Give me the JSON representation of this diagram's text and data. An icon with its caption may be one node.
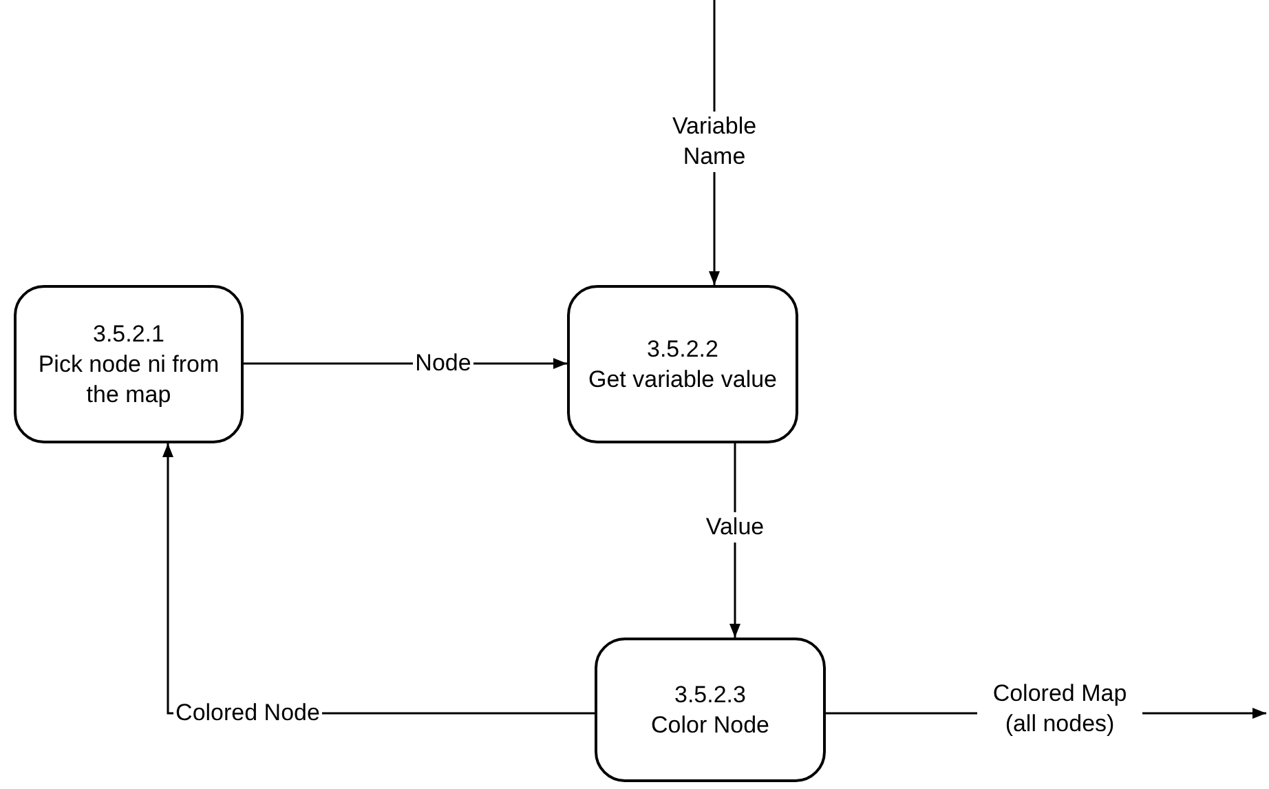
{
  "diagram": {
    "nodes": [
      {
        "text": [
          "3.5.2.1",
          "Pick node ni from the map"
        ]
      },
      {
        "text": [
          "3.5.2.2",
          "Get variable value"
        ]
      },
      {
        "text": [
          "3.5.2.3",
          "Color Node"
        ]
      }
    ],
    "edges": [
      {
        "from": null,
        "to": 1,
        "arrow": "to",
        "label": "Variable Name"
      },
      {
        "from": 0,
        "to": 1,
        "arrow": "to",
        "label": "Node"
      },
      {
        "from": 1,
        "to": 2,
        "arrow": "to",
        "label": "Value"
      },
      {
        "from": 2,
        "to": 0,
        "arrow": "to",
        "label": "Colored Node"
      },
      {
        "from": 2,
        "to": null,
        "arrow": "to",
        "label": "Colored Map (all nodes)"
      }
    ]
  }
}
